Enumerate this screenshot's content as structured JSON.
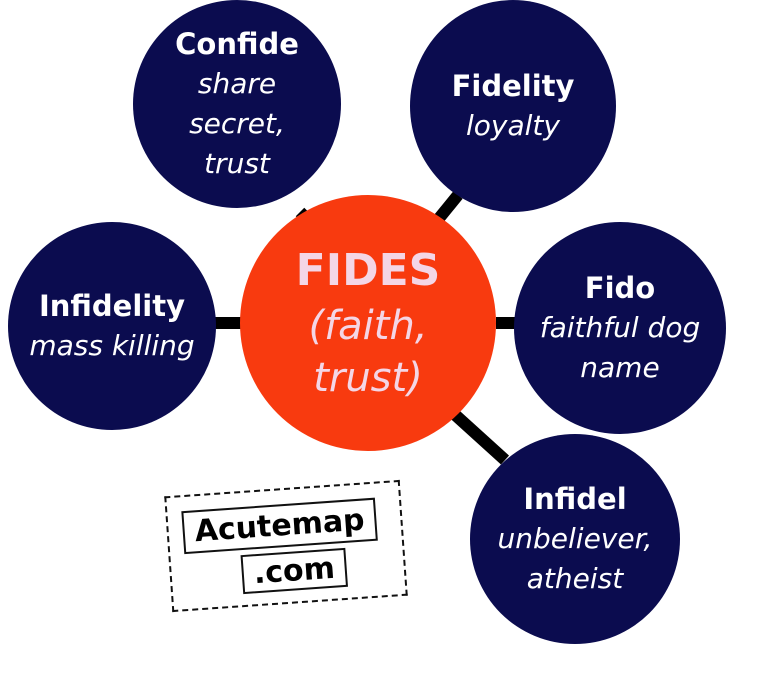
{
  "center": {
    "term": "FIDES",
    "meaning": "(faith,\ntrust)"
  },
  "nodes": [
    {
      "term": "Confide",
      "meaning": "share\nsecret,\ntrust"
    },
    {
      "term": "Fidelity",
      "meaning": "loyalty"
    },
    {
      "term": "Fido",
      "meaning": "faithful dog\nname"
    },
    {
      "term": "Infidel",
      "meaning": "unbeliever,\natheist"
    },
    {
      "term": "Infidelity",
      "meaning": "mass killing"
    }
  ],
  "logo": {
    "line1": "Acutemap",
    "line2": ".com"
  },
  "colors": {
    "node_fill": "#0b0c4f",
    "center_fill": "#f83a0f",
    "center_text": "#f4d6e6",
    "connector": "#000000"
  }
}
